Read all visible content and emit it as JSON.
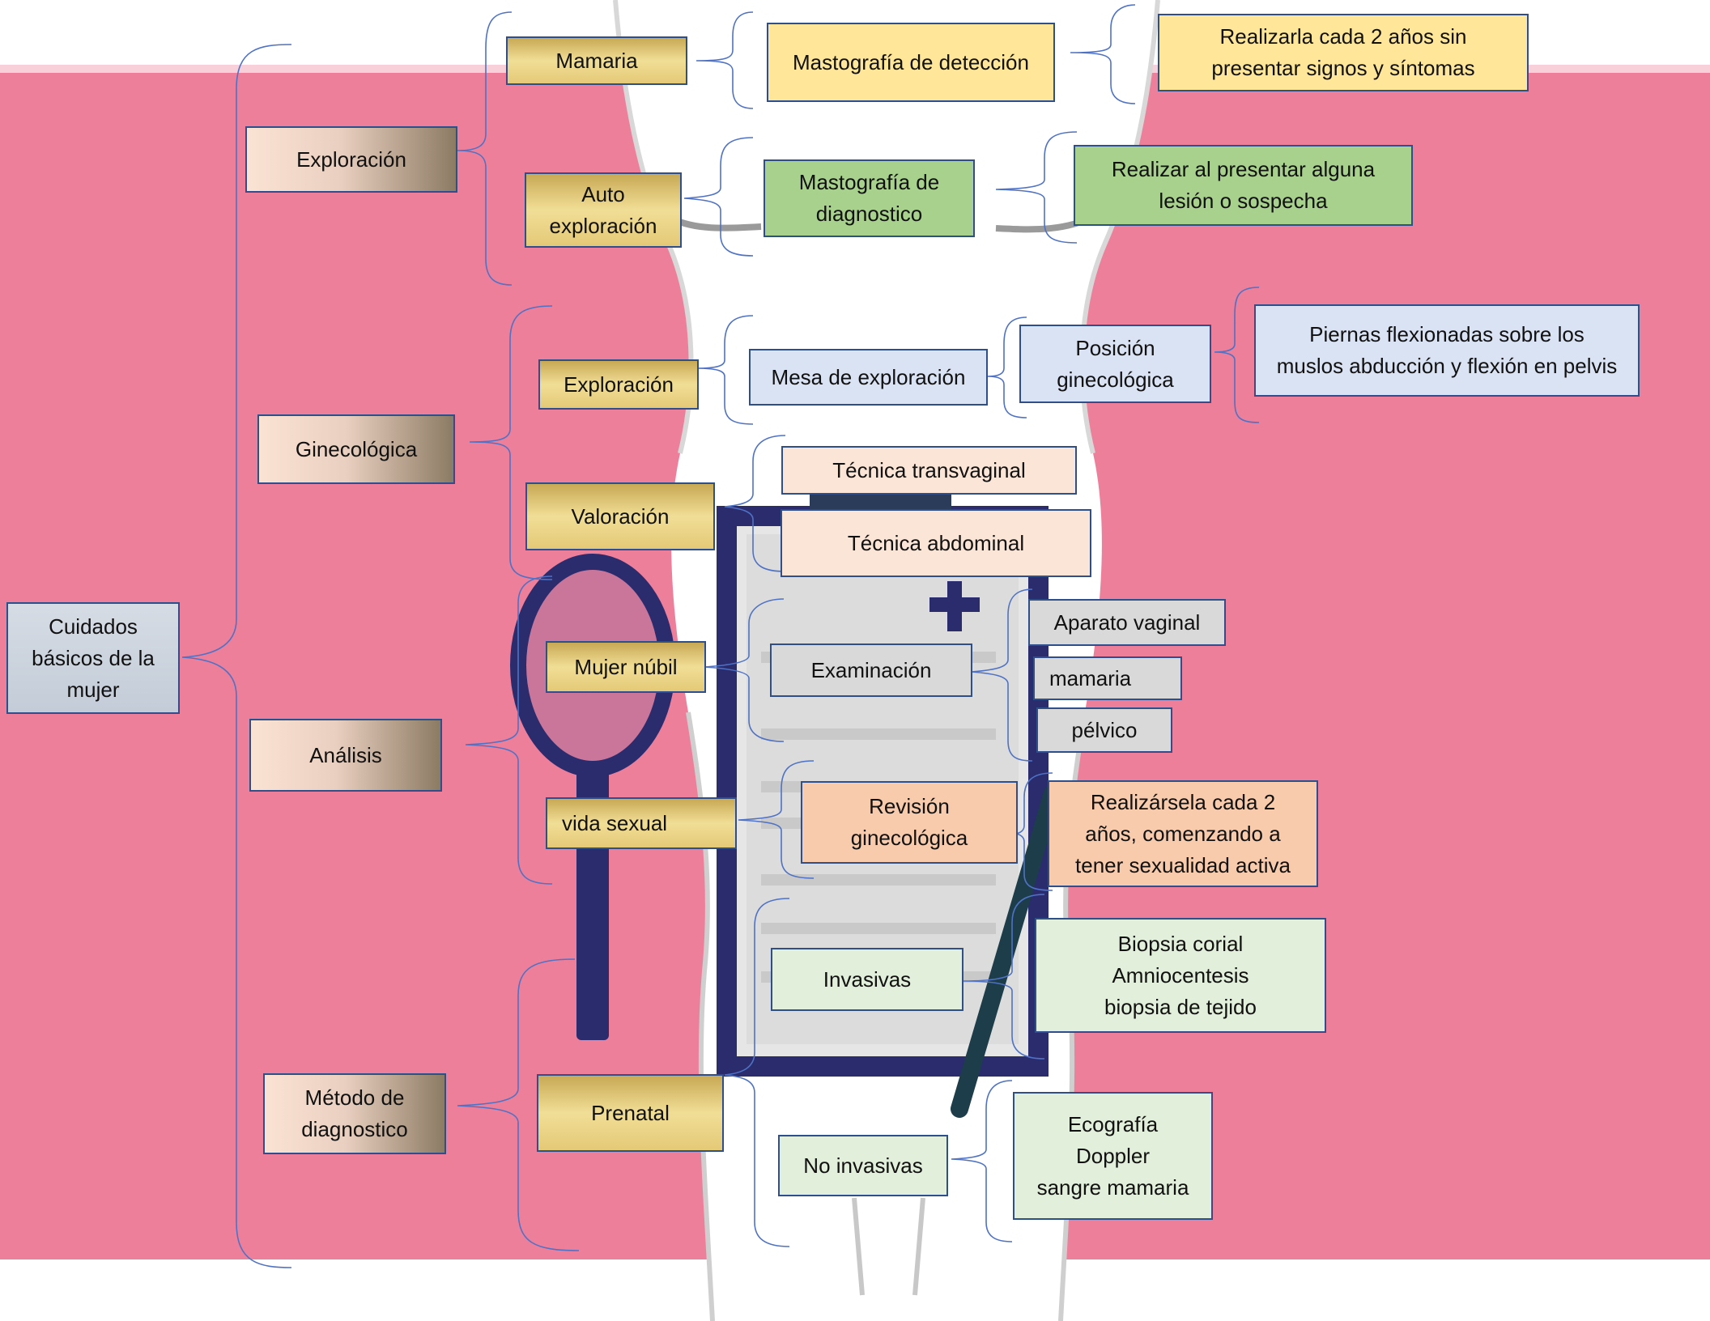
{
  "root": {
    "label": "Cuidados\nbásicos de la\nmujer"
  },
  "branches": {
    "exploracion": {
      "label": "Exploración",
      "mamaria": {
        "label": "Mamaria",
        "detail": "Mastografía de detección",
        "note": "Realizarla cada 2 años sin\npresentar signos y síntomas"
      },
      "auto": {
        "label": "Auto\nexploración",
        "detail": "Mastografía de\ndiagnostico",
        "note": "Realizar al presentar alguna\nlesión o sospecha"
      }
    },
    "ginecologica": {
      "label": "Ginecológica",
      "exploracion": {
        "label": "Exploración",
        "detail": "Mesa de exploración",
        "position": "Posición\nginecológica",
        "note": "Piernas flexionadas sobre los\nmuslos abducción y flexión en pelvis"
      },
      "valoracion": {
        "label": "Valoración",
        "techniques": [
          "Técnica transvaginal",
          "Técnica abdominal"
        ]
      }
    },
    "analisis": {
      "label": "Análisis",
      "nubil": {
        "label": "Mujer núbil",
        "detail": "Examinación",
        "items": [
          "Aparato vaginal",
          "mamaria",
          "pélvico"
        ]
      },
      "sexual": {
        "label": "vida sexual",
        "detail": "Revisión\nginecológica",
        "note": "Realizársela cada 2\naños, comenzando a\ntener sexualidad activa"
      }
    },
    "metodo": {
      "label": "Método de\ndiagnostico",
      "prenatal": {
        "label": "Prenatal",
        "invasivas": {
          "label": "Invasivas",
          "note": "Biopsia corial\nAmniocentesis\nbiopsia de tejido"
        },
        "no_invasivas": {
          "label": "No invasivas",
          "note": "Ecografía\nDoppler\nsangre mamaria"
        }
      }
    }
  },
  "colors": {
    "background_pink": "#ee7f9b",
    "box_border": "#2f4f8a",
    "bracket": "#4f72c4",
    "clipboard_navy": "#2a2c6e",
    "magnifier_navy": "#2a2c6e"
  },
  "icons": [
    "female-silhouette",
    "clipboard-icon",
    "magnifier-icon",
    "pen-icon",
    "medical-cross-icon"
  ]
}
